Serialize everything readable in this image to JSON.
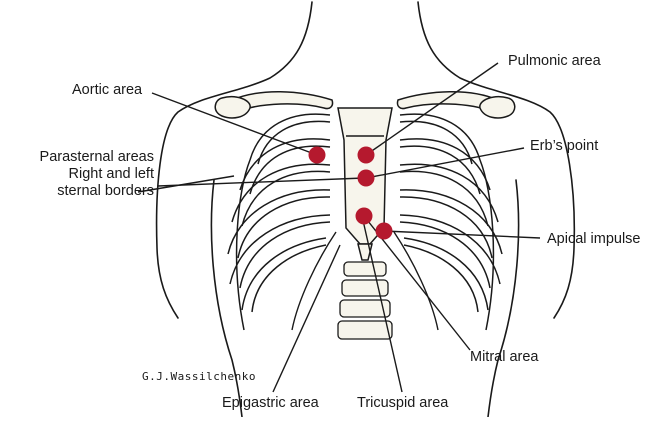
{
  "labels": {
    "aortic": "Aortic area",
    "pulmonic": "Pulmonic area",
    "parasternal_line1": "Parasternal areas",
    "parasternal_line2": "Right and left",
    "parasternal_line3": "sternal borders",
    "erbs": "Erb’s point",
    "apical": "Apical impulse",
    "mitral": "Mitral area",
    "epigastric": "Epigastric area",
    "tricuspid": "Tricuspid area"
  },
  "signature": "G.J.Wassilchenko",
  "colors": {
    "marker": "#b5192e",
    "line": "#1a1a1a",
    "bone": "#f7f5ec",
    "skin": "#ffffff"
  }
}
